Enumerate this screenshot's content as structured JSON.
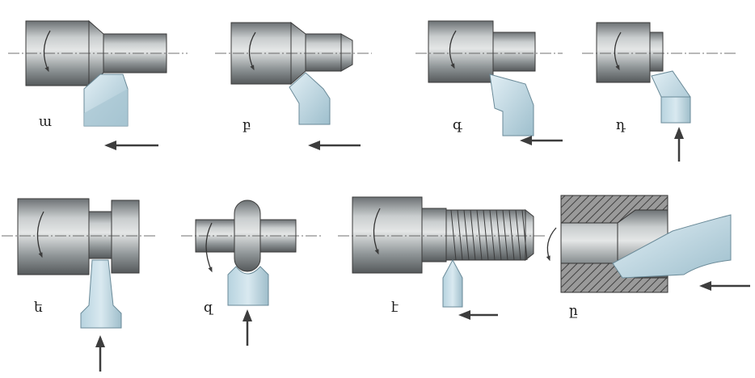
{
  "panels": [
    {
      "id": "a",
      "label": "ա"
    },
    {
      "id": "b",
      "label": "բ"
    },
    {
      "id": "c",
      "label": "գ"
    },
    {
      "id": "d",
      "label": "դ"
    },
    {
      "id": "e",
      "label": "ե"
    },
    {
      "id": "f",
      "label": "զ"
    },
    {
      "id": "g",
      "label": "է"
    },
    {
      "id": "h",
      "label": "ը"
    }
  ],
  "colors": {
    "metal_dark": "#5f6466",
    "metal_mid": "#9aa0a2",
    "metal_light": "#d6dadb",
    "tool_light": "#c9dfe9",
    "tool_mid": "#9fbfcd",
    "arrow": "#4a4a4a",
    "hatch": "#555555"
  }
}
